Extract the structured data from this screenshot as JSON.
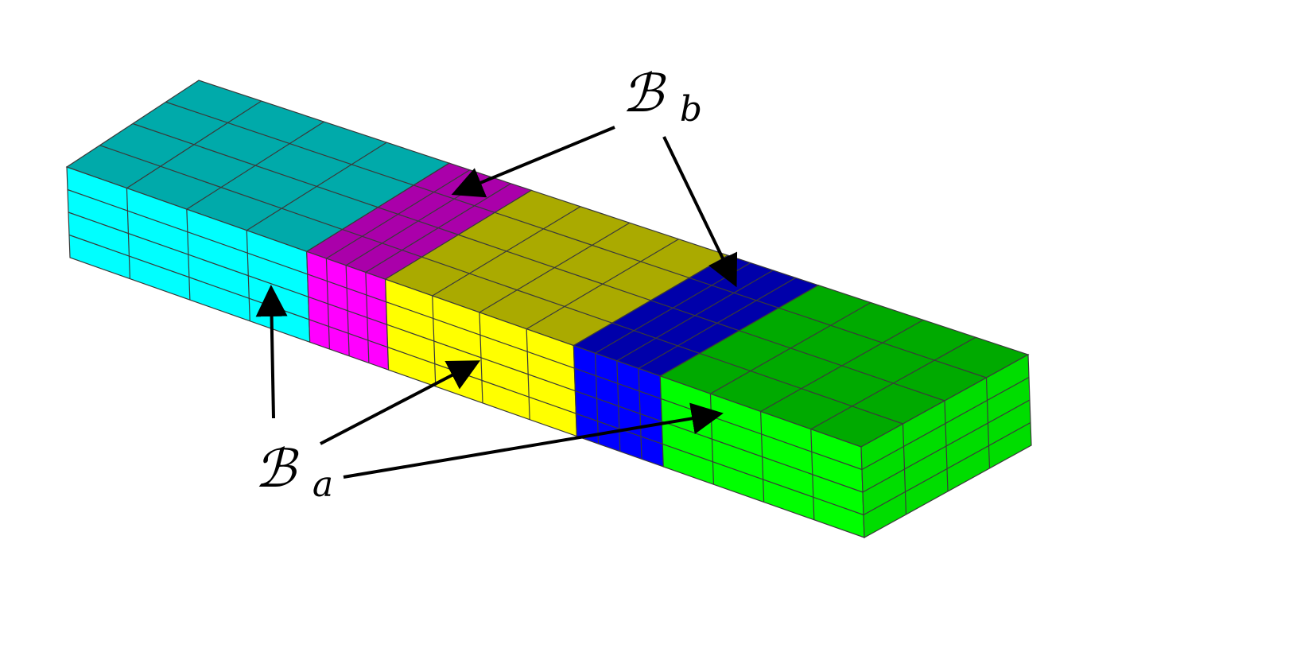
{
  "labels": {
    "b_script": "ℬ",
    "b_subscript": "b",
    "a_script": "ℬ",
    "a_subscript": "a"
  },
  "blocks": [
    {
      "name": "block-cyan",
      "group": "a",
      "top": "#00aaaa",
      "front": "#00ffff",
      "cols_front": 4,
      "rows_depth": 4
    },
    {
      "name": "block-magenta",
      "group": "b",
      "top": "#aa00aa",
      "front": "#ff00ff",
      "cols_front": 4,
      "rows_depth": 4
    },
    {
      "name": "block-yellow",
      "group": "a",
      "top": "#aaaa00",
      "front": "#ffff00",
      "cols_front": 4,
      "rows_depth": 4
    },
    {
      "name": "block-blue",
      "group": "b",
      "top": "#0000aa",
      "front": "#0000ff",
      "cols_front": 4,
      "rows_depth": 4
    },
    {
      "name": "block-green",
      "group": "a",
      "top": "#00aa00",
      "front": "#00ff00",
      "cols_front": 4,
      "rows_depth": 4
    }
  ],
  "colors": {
    "arrow": "#000000",
    "mesh_line": "#3a3a3a",
    "background": "#ffffff"
  }
}
